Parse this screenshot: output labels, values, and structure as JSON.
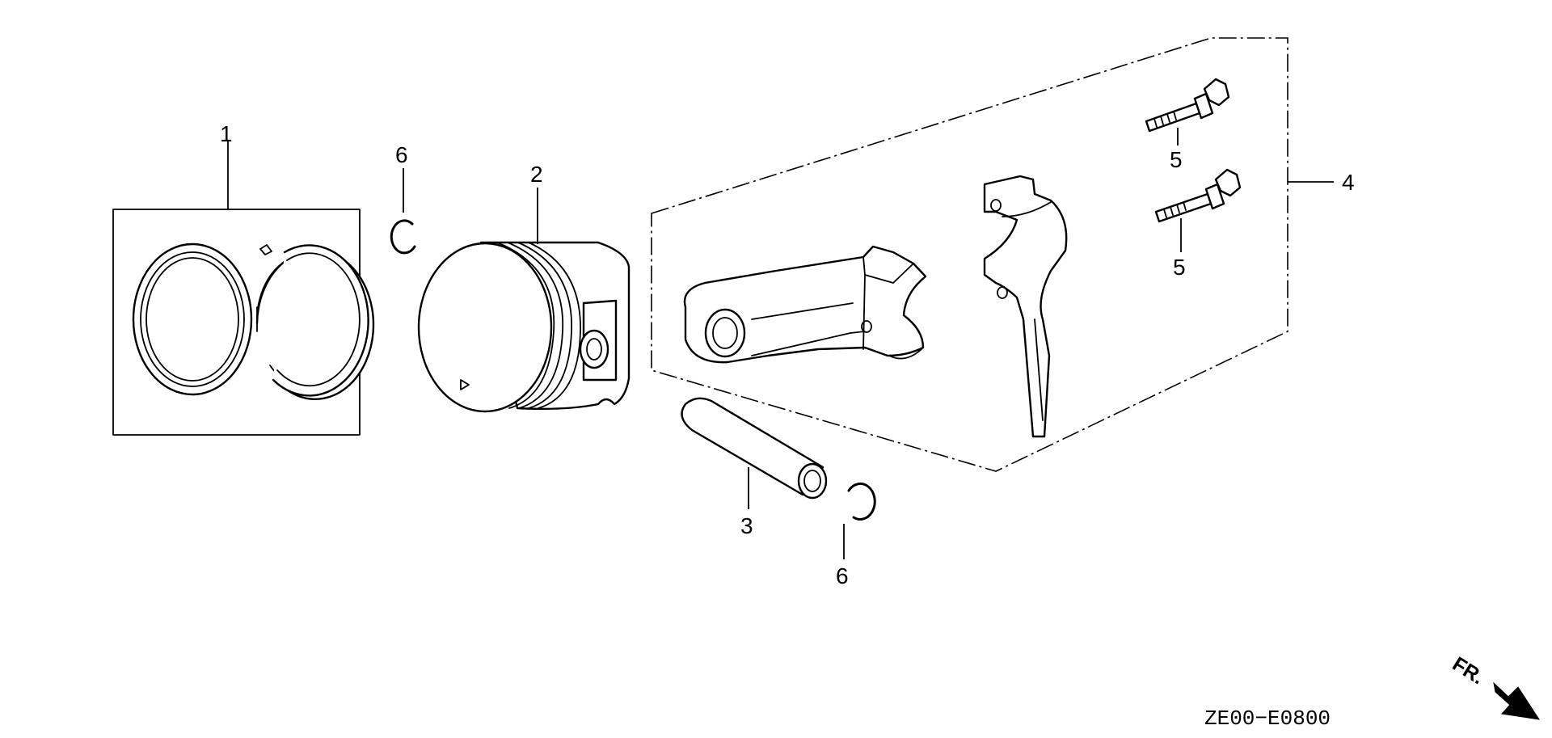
{
  "callouts": {
    "piston_ring_set": "1",
    "piston": "2",
    "piston_pin": "3",
    "connecting_rod_set": "4",
    "rod_bolt_upper": "5",
    "rod_bolt_lower": "5",
    "pin_clip_left": "6",
    "pin_clip_right": "6"
  },
  "direction_label": "FR.",
  "diagram_code": "ZE00−E0800"
}
